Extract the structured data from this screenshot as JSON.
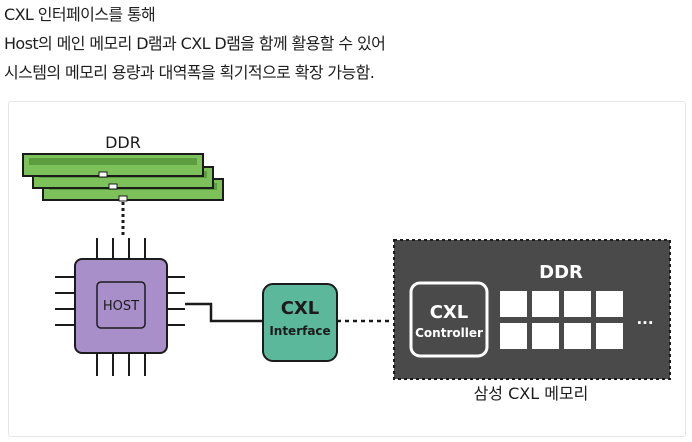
{
  "caption": {
    "line1": "CXL 인터페이스를 통해",
    "line2": "Host의 메인 메모리 D램과 CXL D램을 함께 활용할 수 있어",
    "line3": "시스템의 메모리 용량과 대역폭을 획기적으로 확장 가능함."
  },
  "diagram": {
    "ddr_top_label": "DDR",
    "host_label": "HOST",
    "cxl_interface_title": "CXL",
    "cxl_interface_sub": "Interface",
    "cxl_controller_title": "CXL",
    "cxl_controller_sub": "Controller",
    "ddr_box_label": "DDR",
    "ellipsis": "...",
    "memory_caption": "삼성 CXL 메모리",
    "colors": {
      "ram_green": "#7dc15b",
      "host_purple": "#a98fca",
      "interface_teal": "#5cb89a",
      "memory_box": "#4a4a4a",
      "outline": "#1b1b1b"
    }
  }
}
